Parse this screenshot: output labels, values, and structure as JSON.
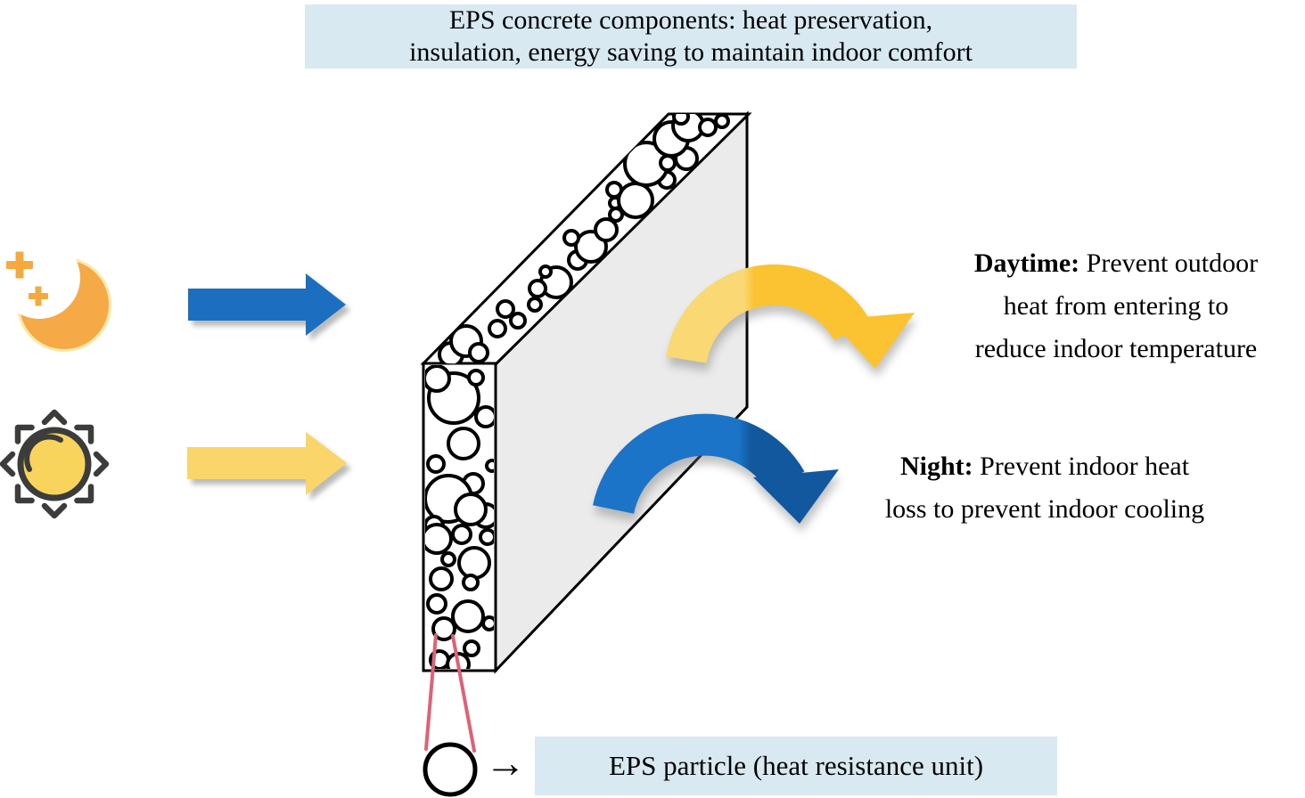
{
  "title": {
    "line1": "EPS concrete components: heat preservation,",
    "line2": "insulation, energy saving to maintain indoor comfort"
  },
  "callouts": {
    "daytime": {
      "bold": "Daytime:",
      "line1": " Prevent outdoor",
      "line2": "heat from entering to",
      "line3": "reduce indoor temperature"
    },
    "night": {
      "bold": "Night:",
      "line1": " Prevent indoor heat",
      "line2": "loss to prevent indoor cooling"
    }
  },
  "legend": {
    "arrow": "→",
    "label": "EPS particle (heat resistance unit)"
  },
  "icons": {
    "moon": "crescent-moon-with-sparkles",
    "sun": "sun-with-rays"
  },
  "colors": {
    "highlight_bg": "#D8E9F2",
    "outline": "#000000",
    "wall_face": "#EBEBEB",
    "band_fill": "#FFFFFF",
    "straight_blue": "#1C6FC0",
    "straight_yellow": "#FAD569",
    "curve_yellow_light": "#FAD873",
    "curve_yellow_dark": "#FBC331",
    "curve_blue_light": "#1B74C7",
    "curve_blue_dark": "#11589E",
    "moon_body": "#F5A947",
    "moon_rim": "#FBE8A8",
    "sparkle": "#F5A93F",
    "sun_fill": "#F8D45C",
    "icon_dark": "#3C3C3B",
    "callout_pink": "#DD6277",
    "text": "#000000"
  },
  "wall": {
    "left_band_circles": [
      [
        509,
        447,
        28
      ],
      [
        545,
        468,
        11
      ],
      [
        490,
        425,
        14
      ],
      [
        534,
        424,
        8
      ],
      [
        520,
        498,
        17
      ],
      [
        489,
        521,
        9
      ],
      [
        552,
        523,
        6
      ],
      [
        531,
        543,
        11
      ],
      [
        503,
        560,
        26
      ],
      [
        545,
        579,
        13
      ],
      [
        487,
        590,
        10
      ],
      [
        528,
        572,
        17
      ],
      [
        490,
        605,
        16
      ],
      [
        518,
        600,
        10
      ],
      [
        547,
        603,
        8
      ],
      [
        503,
        628,
        7
      ],
      [
        532,
        632,
        17
      ],
      [
        495,
        650,
        12
      ],
      [
        528,
        654,
        8
      ],
      [
        490,
        678,
        10
      ],
      [
        525,
        692,
        17
      ],
      [
        498,
        706,
        12
      ],
      [
        529,
        728,
        8
      ],
      [
        493,
        741,
        10
      ],
      [
        514,
        746,
        12
      ],
      [
        549,
        700,
        7
      ]
    ],
    "top_band_circles": [
      [
        506,
        398,
        13
      ],
      [
        523,
        383,
        17
      ],
      [
        537,
        396,
        10
      ],
      [
        558,
        369,
        9
      ],
      [
        567,
        347,
        9
      ],
      [
        581,
        360,
        8
      ],
      [
        600,
        342,
        7
      ],
      [
        624,
        317,
        17
      ],
      [
        603,
        324,
        9
      ],
      [
        612,
        305,
        6
      ],
      [
        648,
        292,
        10
      ],
      [
        663,
        277,
        17
      ],
      [
        641,
        267,
        8
      ],
      [
        680,
        258,
        12
      ],
      [
        691,
        241,
        7
      ],
      [
        690,
        228,
        6
      ],
      [
        713,
        225,
        19
      ],
      [
        689,
        213,
        8
      ],
      [
        748,
        202,
        9
      ],
      [
        725,
        184,
        24
      ],
      [
        749,
        183,
        8
      ],
      [
        770,
        178,
        12
      ],
      [
        753,
        156,
        19
      ],
      [
        772,
        141,
        17
      ],
      [
        794,
        143,
        9
      ],
      [
        764,
        131,
        8
      ],
      [
        810,
        136,
        7
      ]
    ]
  }
}
